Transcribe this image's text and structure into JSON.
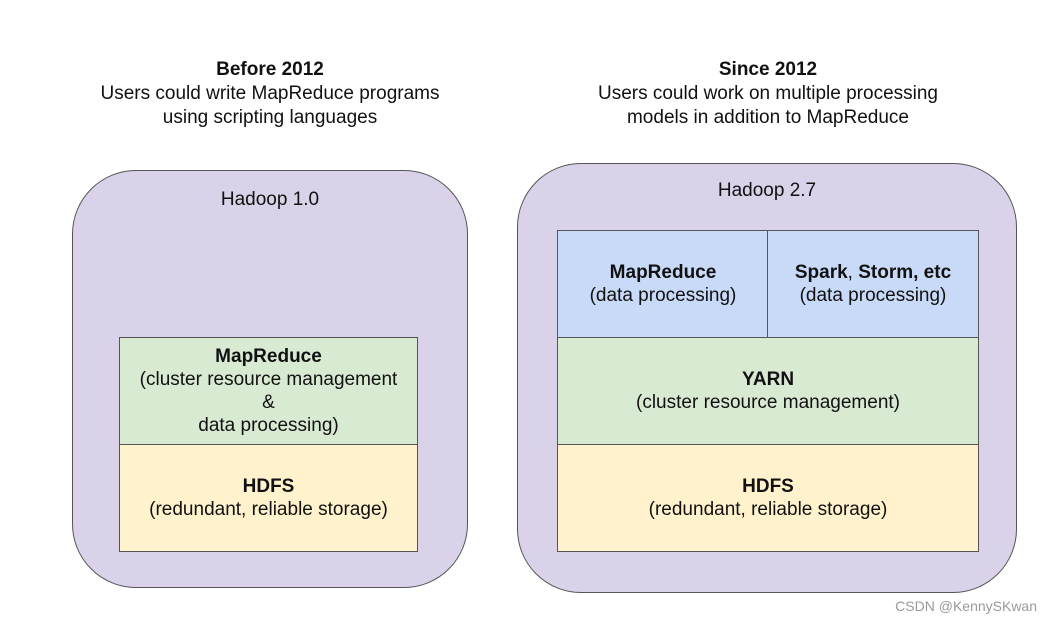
{
  "left": {
    "caption_title": "Before 2012",
    "caption_line1": "Users could write MapReduce programs",
    "caption_line2": "using scripting languages",
    "frame_label": "Hadoop 1.0",
    "mapreduce": {
      "title": "MapReduce",
      "line1": "(cluster resource management",
      "line2": "&",
      "line3": "data processing)"
    },
    "hdfs": {
      "title": "HDFS",
      "subtitle": "(redundant, reliable storage)"
    }
  },
  "right": {
    "caption_title": "Since 2012",
    "caption_line1": "Users could work on multiple processing",
    "caption_line2": "models in addition to MapReduce",
    "frame_label": "Hadoop 2.7",
    "mapreduce": {
      "title": "MapReduce",
      "subtitle": "(data processing)"
    },
    "other": {
      "title_spark": "Spark",
      "title_sep": ", ",
      "title_rest": "Storm, etc",
      "subtitle": "(data processing)"
    },
    "yarn": {
      "title": "YARN",
      "subtitle": "(cluster resource management)"
    },
    "hdfs": {
      "title": "HDFS",
      "subtitle": "(redundant, reliable storage)"
    }
  },
  "watermark": "CSDN @KennySKwan",
  "colors": {
    "frame": "#d9d2e9",
    "green": "#d9ead3",
    "yellow": "#fff2cc",
    "blue": "#c9daf8",
    "border": "#555555"
  }
}
